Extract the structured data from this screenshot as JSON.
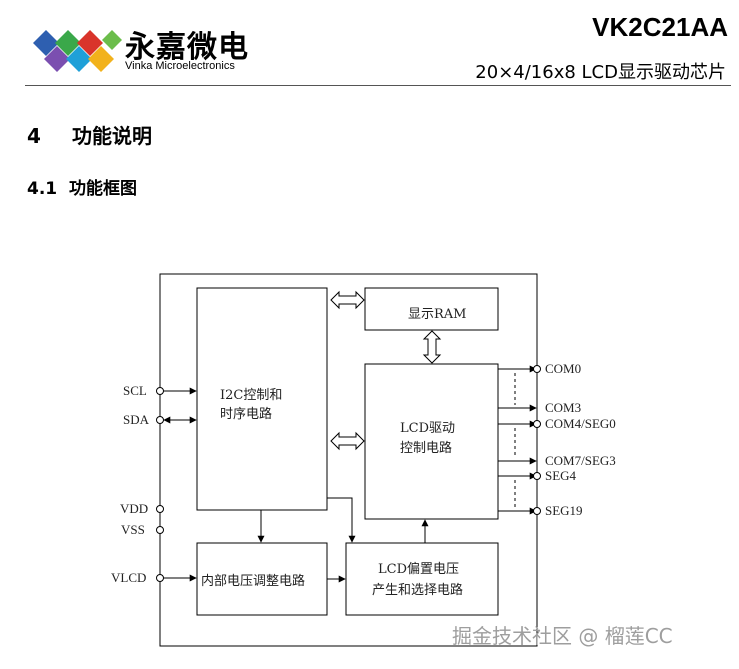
{
  "header": {
    "company_cn": "永嘉微电",
    "company_en": "Vinka Microelectronics",
    "part_number": "VK2C21AA",
    "subtitle": "20×4/16x8 LCD显示驱动芯片"
  },
  "section": {
    "number": "4",
    "title": "功能说明"
  },
  "subsection": {
    "number": "4.1",
    "title": "功能框图"
  },
  "diagram": {
    "blocks": {
      "i2c_line1": "I2C控制和",
      "i2c_line2": "时序电路",
      "ram": "显示RAM",
      "lcd_line1": "LCD驱动",
      "lcd_line2": "控制电路",
      "reg_label": "内部电压调整电路",
      "bias_line1": "LCD偏置电压",
      "bias_line2": "产生和选择电路"
    },
    "pins_left": {
      "scl": "SCL",
      "sda": "SDA",
      "vdd": "VDD",
      "vss": "VSS",
      "vlcd": "VLCD"
    },
    "pins_right": {
      "com0": "COM0",
      "com3": "COM3",
      "com4_seg0": "COM4/SEG0",
      "com7_seg3": "COM7/SEG3",
      "seg4": "SEG4",
      "seg19": "SEG19"
    }
  },
  "watermark": "掘金技术社区 @ 榴莲CC",
  "colors": {
    "logo_blue": "#2e5fb0",
    "logo_red": "#d9342b",
    "logo_green": "#3aa84a",
    "logo_yellow": "#f2b21c"
  }
}
